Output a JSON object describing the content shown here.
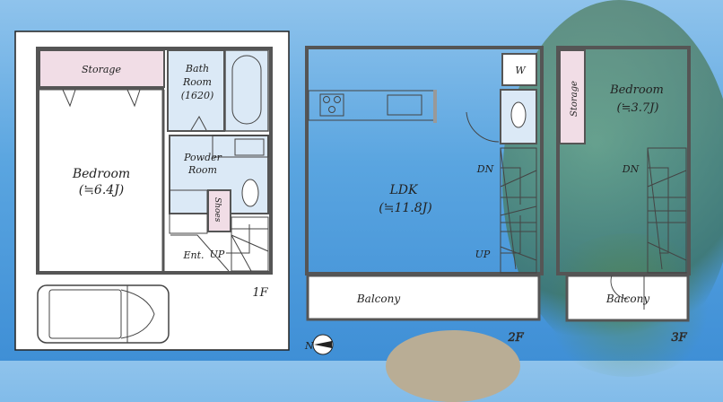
{
  "colors": {
    "sky": "#5aa5e0",
    "storage": "#f1dde6",
    "wet": "#dbe9f6",
    "wall": "#555555",
    "foliage": "#4d7a3a"
  },
  "floor1": {
    "label": "1F",
    "storage": "Storage",
    "bath": [
      "Bath",
      "Room",
      "(1620)"
    ],
    "bedroom": "Bedroom",
    "bedroom_size": "(≒6.4J)",
    "powder": [
      "Powder",
      "Room"
    ],
    "shoes": "Shoes",
    "entrance": "Ent.",
    "up": "UP"
  },
  "floor2": {
    "label": "2F",
    "ldk": "LDK",
    "ldk_size": "(≒11.8J)",
    "washer": "W",
    "dn": "DN",
    "up": "UP",
    "balcony": "Balcony"
  },
  "floor3": {
    "label": "3F",
    "storage": "Storage",
    "bedroom": "Bedroom",
    "bedroom_size": "(≒3.7J)",
    "dn": "DN",
    "balcony": "Balcony"
  },
  "compass": {
    "north": "N"
  }
}
